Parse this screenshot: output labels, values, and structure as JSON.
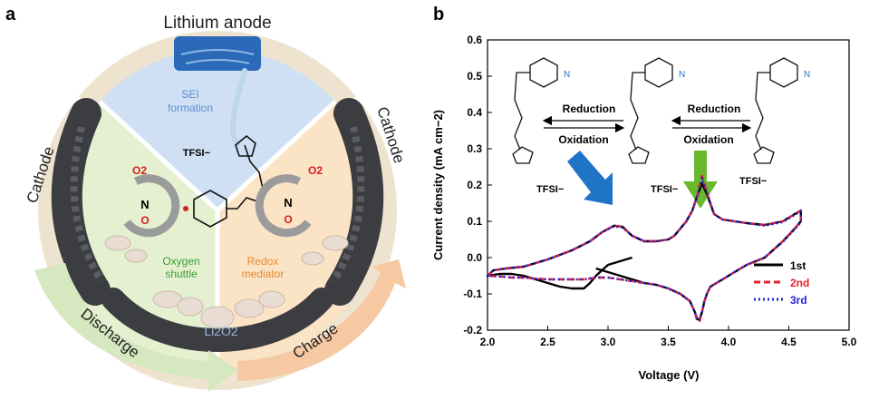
{
  "panel_a": {
    "label": "a",
    "lithium_anode": "Lithium anode",
    "cathode_left": "Cathode",
    "cathode_right": "Cathode",
    "sei": [
      "SEI",
      "formation"
    ],
    "tfsi": "TFSI−",
    "o2_left": "O2",
    "o2_right": "O2",
    "oxygen_shuttle": [
      "Oxygen",
      "shuttle"
    ],
    "redox_mediator": [
      "Redox",
      "mediator"
    ],
    "li2o2": "Li2O2",
    "discharge": "Discharge",
    "charge": "Charge",
    "colors": {
      "anode_blue": "#2a6ab8",
      "sector_blue": "#cfe0f4",
      "sector_green": "#e4f0cf",
      "sector_orange": "#fbe3c6",
      "ring_beige": "#eee3cf",
      "cathode_fiber": "#3b3d41",
      "discharge_arrow": "#d6e8bf",
      "charge_arrow": "#f6c9a2",
      "text_blue": "#5b8fd0",
      "text_green": "#3aa03a",
      "text_orange": "#e48a2a",
      "text_red": "#d42020"
    }
  },
  "panel_b": {
    "label": "b",
    "reduction_1": "Reduction",
    "oxidation_1": "Oxidation",
    "reduction_2": "Reduction",
    "oxidation_2": "Oxidation",
    "tfsi_labels": [
      "TFSI−",
      "TFSI−",
      "TFSI−"
    ],
    "arrow_colors": {
      "blue": "#1f74c8",
      "green": "#6ab82e"
    }
  },
  "chart_data": {
    "type": "line",
    "xlabel": "Voltage (V)",
    "ylabel": "Current density (mA cm−2)",
    "xlim": [
      2.0,
      5.0
    ],
    "ylim": [
      -0.2,
      0.6
    ],
    "xticks": [
      "2.0",
      "2.5",
      "3.0",
      "3.5",
      "4.0",
      "4.5",
      "5.0"
    ],
    "yticks": [
      "-0.2",
      "-0.1",
      "0.0",
      "0.1",
      "0.2",
      "0.3",
      "0.4",
      "0.5",
      "0.6"
    ],
    "legend_position": "bottom-right",
    "series": [
      {
        "name": "1st",
        "color": "#000000",
        "style": "solid",
        "x": [
          3.2,
          3.1,
          3.0,
          2.9,
          2.85,
          2.8,
          2.7,
          2.6,
          2.5,
          2.4,
          2.3,
          2.2,
          2.1,
          2.0,
          2.05,
          2.15,
          2.3,
          2.5,
          2.7,
          2.85,
          2.95,
          3.05,
          3.12,
          3.2,
          3.3,
          3.4,
          3.5,
          3.55,
          3.6,
          3.65,
          3.7,
          3.74,
          3.78,
          3.82,
          3.88,
          3.95,
          4.05,
          4.15,
          4.3,
          4.45,
          4.55,
          4.6,
          4.6,
          4.55,
          4.45,
          4.3,
          4.15,
          4.05,
          3.95,
          3.9,
          3.85,
          3.82,
          3.8,
          3.78,
          3.76,
          3.74,
          3.72,
          3.68,
          3.6,
          3.5,
          3.4,
          3.3,
          3.2,
          3.1,
          3.0,
          2.9
        ],
        "y": [
          0.0,
          -0.01,
          -0.02,
          -0.05,
          -0.07,
          -0.085,
          -0.085,
          -0.08,
          -0.07,
          -0.06,
          -0.05,
          -0.045,
          -0.045,
          -0.05,
          -0.035,
          -0.03,
          -0.025,
          -0.005,
          0.02,
          0.045,
          0.07,
          0.088,
          0.085,
          0.06,
          0.045,
          0.045,
          0.05,
          0.06,
          0.08,
          0.1,
          0.13,
          0.17,
          0.205,
          0.175,
          0.12,
          0.105,
          0.1,
          0.095,
          0.09,
          0.1,
          0.12,
          0.13,
          0.1,
          0.08,
          0.045,
          0.0,
          -0.02,
          -0.04,
          -0.06,
          -0.07,
          -0.08,
          -0.1,
          -0.12,
          -0.15,
          -0.17,
          -0.17,
          -0.15,
          -0.12,
          -0.1,
          -0.085,
          -0.075,
          -0.07,
          -0.06,
          -0.05,
          -0.04,
          -0.03
        ]
      },
      {
        "name": "2nd",
        "color": "#e8202a",
        "style": "dashed",
        "x": [
          2.0,
          2.05,
          2.15,
          2.3,
          2.5,
          2.7,
          2.85,
          2.95,
          3.05,
          3.12,
          3.2,
          3.3,
          3.4,
          3.5,
          3.55,
          3.6,
          3.65,
          3.7,
          3.74,
          3.78,
          3.82,
          3.88,
          3.95,
          4.05,
          4.15,
          4.3,
          4.45,
          4.55,
          4.6,
          4.6,
          4.55,
          4.45,
          4.3,
          4.15,
          4.05,
          3.95,
          3.9,
          3.85,
          3.82,
          3.8,
          3.78,
          3.76,
          3.74,
          3.72,
          3.68,
          3.6,
          3.5,
          3.4,
          3.3,
          3.2,
          3.1,
          3.0,
          2.9,
          2.8,
          2.7,
          2.6,
          2.5,
          2.4,
          2.3,
          2.2,
          2.1,
          2.0
        ],
        "y": [
          -0.05,
          -0.035,
          -0.03,
          -0.025,
          -0.005,
          0.02,
          0.045,
          0.07,
          0.088,
          0.085,
          0.06,
          0.045,
          0.045,
          0.05,
          0.06,
          0.08,
          0.1,
          0.13,
          0.17,
          0.225,
          0.18,
          0.12,
          0.105,
          0.1,
          0.095,
          0.09,
          0.1,
          0.12,
          0.13,
          0.1,
          0.08,
          0.045,
          0.0,
          -0.02,
          -0.04,
          -0.06,
          -0.07,
          -0.08,
          -0.1,
          -0.12,
          -0.15,
          -0.175,
          -0.175,
          -0.15,
          -0.12,
          -0.1,
          -0.085,
          -0.075,
          -0.07,
          -0.065,
          -0.06,
          -0.055,
          -0.055,
          -0.06,
          -0.06,
          -0.06,
          -0.06,
          -0.058,
          -0.055,
          -0.055,
          -0.052,
          -0.05
        ]
      },
      {
        "name": "3rd",
        "color": "#2323d4",
        "style": "dotted",
        "x": [
          2.0,
          2.05,
          2.15,
          2.3,
          2.5,
          2.7,
          2.85,
          2.95,
          3.05,
          3.12,
          3.2,
          3.3,
          3.4,
          3.5,
          3.55,
          3.6,
          3.65,
          3.7,
          3.74,
          3.78,
          3.82,
          3.88,
          3.95,
          4.05,
          4.15,
          4.3,
          4.45,
          4.55,
          4.6,
          4.6,
          4.55,
          4.45,
          4.3,
          4.15,
          4.05,
          3.95,
          3.9,
          3.85,
          3.82,
          3.8,
          3.78,
          3.76,
          3.74,
          3.72,
          3.68,
          3.6,
          3.5,
          3.4,
          3.3,
          3.2,
          3.1,
          3.0,
          2.9,
          2.8,
          2.7,
          2.6,
          2.5,
          2.4,
          2.3,
          2.2,
          2.1,
          2.0
        ],
        "y": [
          -0.05,
          -0.035,
          -0.03,
          -0.025,
          -0.005,
          0.02,
          0.045,
          0.07,
          0.086,
          0.083,
          0.06,
          0.045,
          0.045,
          0.05,
          0.06,
          0.08,
          0.1,
          0.13,
          0.17,
          0.22,
          0.18,
          0.12,
          0.105,
          0.1,
          0.095,
          0.088,
          0.098,
          0.118,
          0.128,
          0.098,
          0.078,
          0.043,
          0.0,
          -0.02,
          -0.04,
          -0.06,
          -0.07,
          -0.08,
          -0.1,
          -0.12,
          -0.15,
          -0.172,
          -0.172,
          -0.15,
          -0.12,
          -0.1,
          -0.085,
          -0.075,
          -0.07,
          -0.065,
          -0.06,
          -0.055,
          -0.055,
          -0.06,
          -0.06,
          -0.06,
          -0.06,
          -0.058,
          -0.055,
          -0.055,
          -0.052,
          -0.05
        ]
      }
    ]
  }
}
